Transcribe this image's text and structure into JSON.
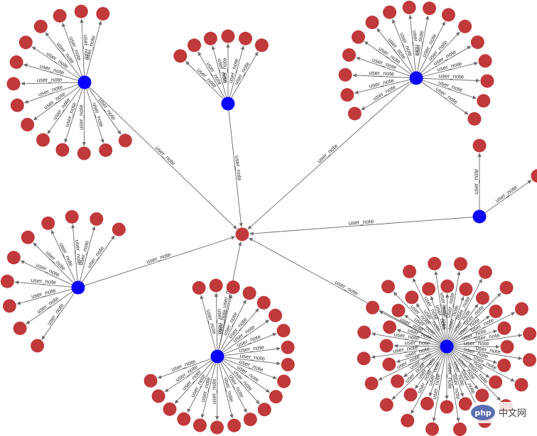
{
  "graph": {
    "edge_label": "user_note",
    "colors": {
      "leaf": "#c0393b",
      "hub": "#0a00ff",
      "edge": "#6b6b6b"
    },
    "root": {
      "id": "root",
      "type": "note-node"
    },
    "hubs": [
      {
        "id": "hub-top-left",
        "leaf_count": 14
      },
      {
        "id": "hub-top-center",
        "leaf_count": 6
      },
      {
        "id": "hub-top-right",
        "leaf_count": 16
      },
      {
        "id": "hub-right",
        "leaf_count": 2
      },
      {
        "id": "hub-left",
        "leaf_count": 10
      },
      {
        "id": "hub-bottom-center",
        "leaf_count": 20
      },
      {
        "id": "hub-bottom-right",
        "leaf_count": 40
      }
    ]
  },
  "watermark": {
    "logo_text": "php",
    "text": "中文网"
  }
}
